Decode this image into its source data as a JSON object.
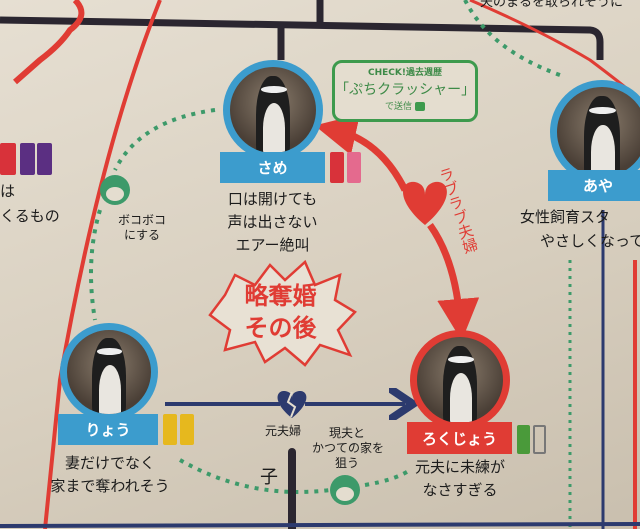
{
  "top_caption": "夫のまるを取られそうに",
  "characters": [
    {
      "id": "same",
      "name": "さめ",
      "description": [
        "口は開けても",
        "声は出さない",
        "エアー絶叫"
      ],
      "bar_colors": [
        "#d8323a",
        "#e46a8e"
      ]
    },
    {
      "id": "aya",
      "name": "あや",
      "description": [
        "女性飼育スタ",
        "やさしくなって"
      ]
    },
    {
      "id": "ryou",
      "name": "りょう",
      "description": [
        "妻だけでなく",
        "家まで奪われそう"
      ],
      "bar_colors": [
        "#e6b81e",
        "#e6b81e"
      ]
    },
    {
      "id": "rokujou",
      "name": "ろくじょう",
      "description": [
        "元夫に未練が",
        "なさすぎる"
      ],
      "bar_colors": [
        "#4a9a3a",
        "outline-gray"
      ]
    }
  ],
  "left_partial": {
    "lines": [
      "は",
      "くるもの"
    ],
    "bar_colors": [
      "#d8323a",
      "#5b2f82",
      "#5b2f82"
    ]
  },
  "bubble": {
    "heading": "CHECK!過去週歴",
    "title": "「ぷちクラッシャー」",
    "footer": "で送信"
  },
  "relations": {
    "lovelove": "ラブラブ夫婦",
    "ex_couple": "元夫婦",
    "bokoboko": [
      "ボコボコ",
      "にする"
    ],
    "target_house": [
      "現夫と",
      "かつての家を",
      "狙う"
    ],
    "child": "子"
  },
  "burst": {
    "lines": [
      "略奪婚",
      "その後"
    ]
  },
  "colors": {
    "blue": "#3c9ccd",
    "red": "#e03c34",
    "green": "#3d9a6a",
    "navy": "#2c3a6e",
    "dark": "#2b2630"
  }
}
